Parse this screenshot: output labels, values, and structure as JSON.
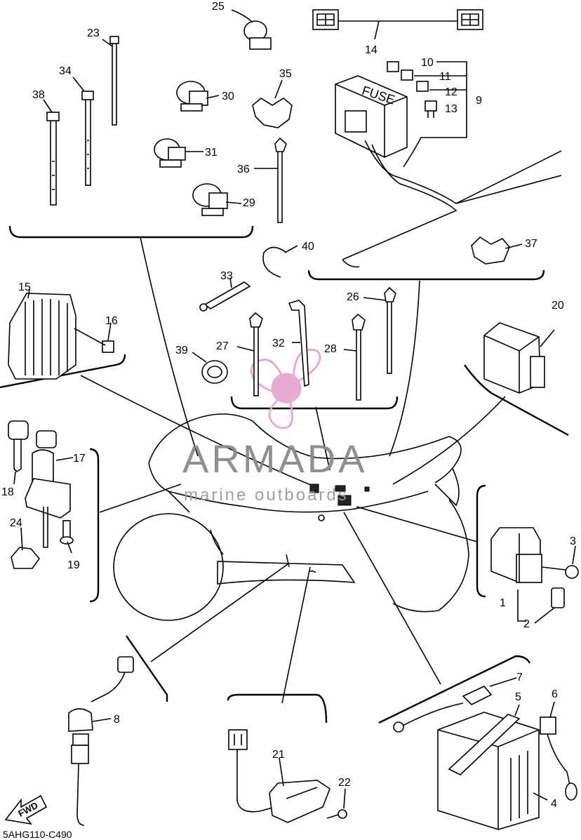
{
  "diagram_code": "5AHG110-C490",
  "fuse_label": "FUSE",
  "fwd_label": "FWD",
  "watermark": {
    "brand": "ARMADA",
    "tagline": "marine outboards",
    "color": "#e8a6cf"
  },
  "callouts": [
    "1",
    "2",
    "3",
    "4",
    "5",
    "6",
    "7",
    "8",
    "9",
    "10",
    "11",
    "12",
    "13",
    "14",
    "15",
    "16",
    "17",
    "18",
    "19",
    "20",
    "21",
    "22",
    "23",
    "24",
    "25",
    "26",
    "27",
    "28",
    "29",
    "30",
    "31",
    "32",
    "33",
    "34",
    "35",
    "36",
    "37",
    "38",
    "39",
    "40"
  ]
}
